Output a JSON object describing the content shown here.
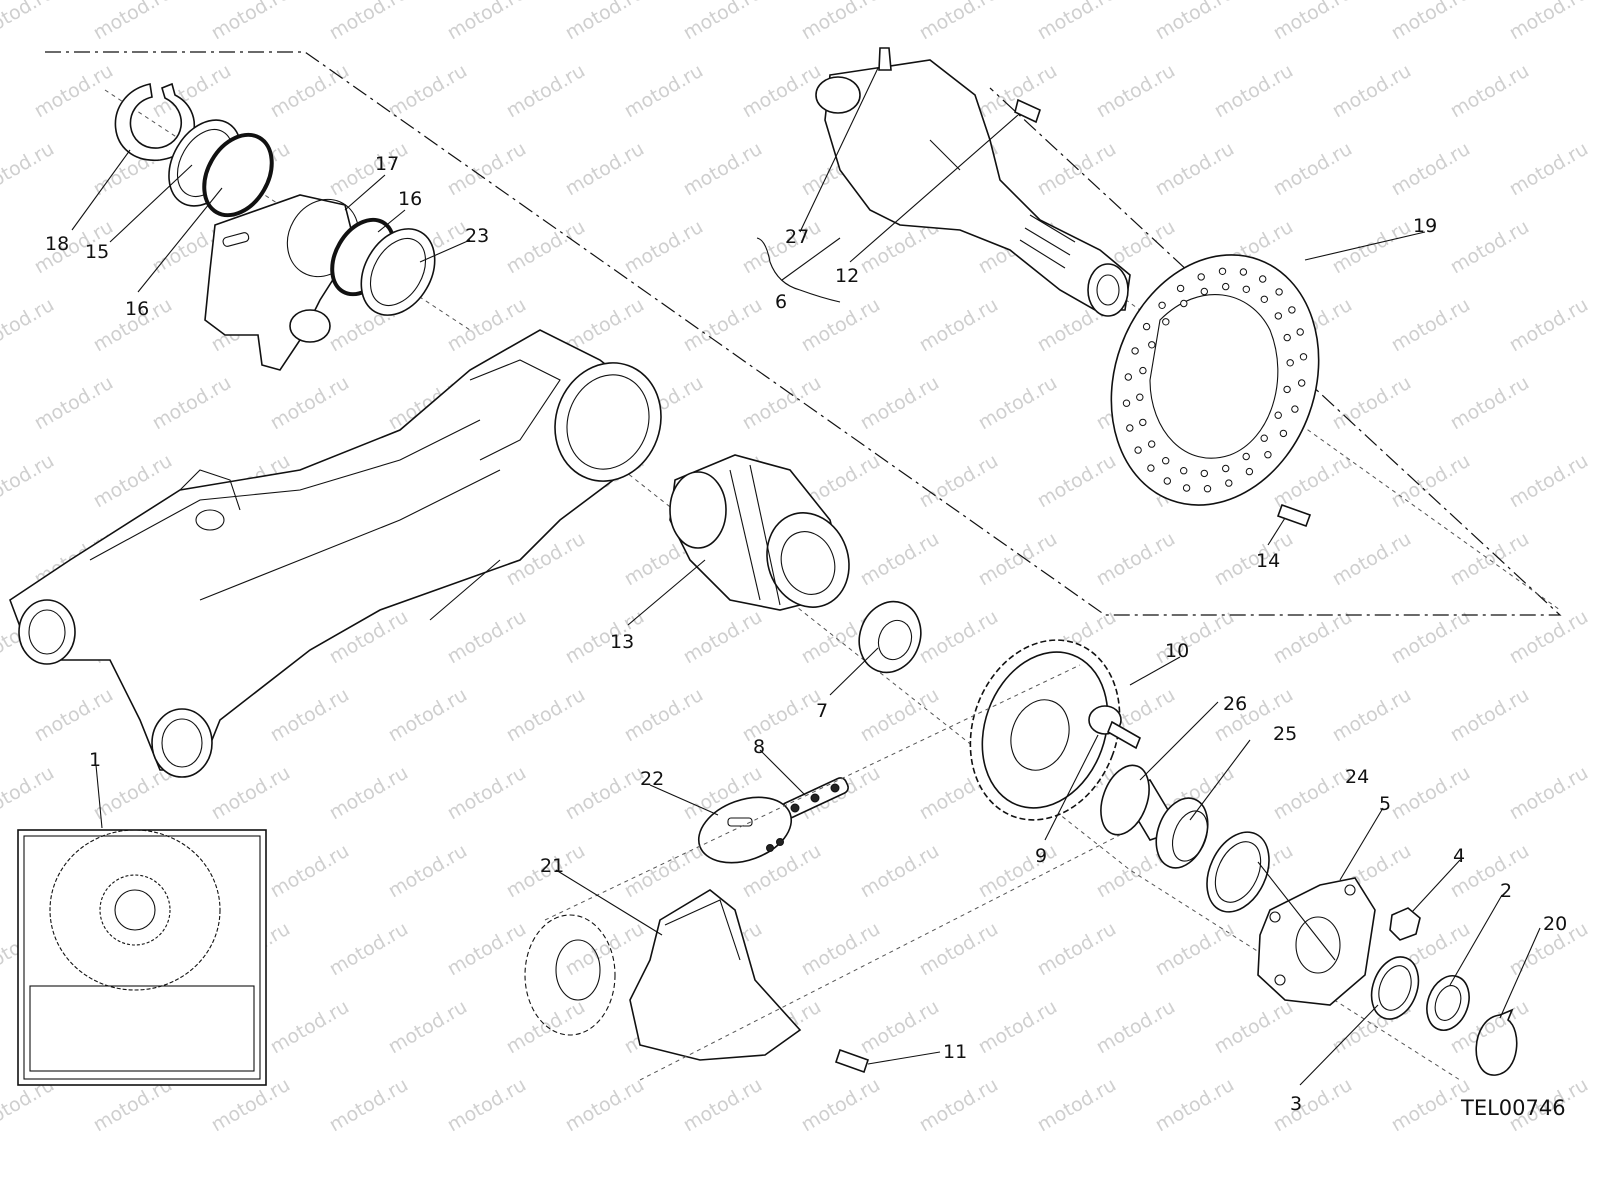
{
  "watermark": {
    "text": "motod.ru"
  },
  "drawing_code": "TEL00746",
  "callouts": {
    "c1": "1",
    "c2": "2",
    "c3": "3",
    "c4": "4",
    "c5": "5",
    "c6": "6",
    "c7": "7",
    "c8": "8",
    "c9": "9",
    "c10": "10",
    "c11": "11",
    "c12": "12",
    "c13": "13",
    "c14": "14",
    "c15": "15",
    "c16a": "16",
    "c16b": "16",
    "c17": "17",
    "c18": "18",
    "c19": "19",
    "c20": "20",
    "c21": "21",
    "c22": "22",
    "c23": "23",
    "c24": "24",
    "c25": "25",
    "c26": "26",
    "c27": "27"
  }
}
